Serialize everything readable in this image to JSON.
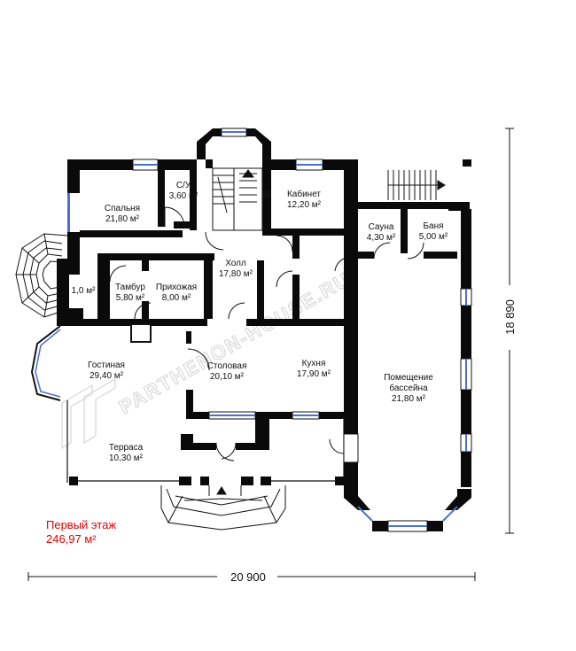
{
  "colors": {
    "wall": "#0a0a0a",
    "window": "#4a6fd0",
    "dimension": "#111111",
    "title": "#e00000",
    "watermark": "#d0d0d0"
  },
  "rooms": {
    "bedroom": {
      "name": "Спальня",
      "area": "21,80 м²"
    },
    "wc": {
      "name": "С/У",
      "area": "3,60 м²"
    },
    "study": {
      "name": "Кабинет",
      "area": "12,20 м²"
    },
    "hall": {
      "name": "Холл",
      "area": "17,80 м²"
    },
    "sauna": {
      "name": "Сауна",
      "area": "4,30 м²"
    },
    "bath": {
      "name": "Баня",
      "area": "5,00 м²"
    },
    "porch_small": {
      "area": "1,0 м²"
    },
    "vestibule": {
      "name": "Тамбур",
      "area": "5,80 м²"
    },
    "entry": {
      "name": "Прихожая",
      "area": "8,00 м²"
    },
    "living": {
      "name": "Гостиная",
      "area": "29,40 м²"
    },
    "dining": {
      "name": "Столовая",
      "area": "20,10 м²"
    },
    "kitchen": {
      "name": "Кухня",
      "area": "17,90 м²"
    },
    "pool": {
      "name1": "Помещение",
      "name2": "бассейна",
      "area": "21,80 м²"
    },
    "terrace": {
      "name": "Терраса",
      "area": "10,30 м²"
    }
  },
  "dimensions": {
    "width": "20 900",
    "height": "18 890"
  },
  "floor": {
    "title": "Первый этаж",
    "area": "246,97 м²"
  },
  "watermark": "PARTHENON-HOUSE.RU"
}
